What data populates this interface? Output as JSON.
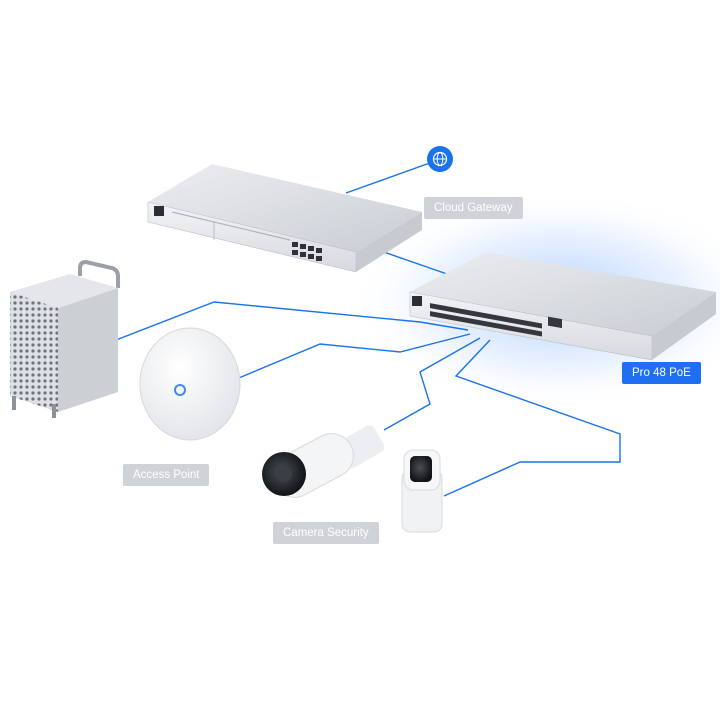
{
  "labels": {
    "cloud_gateway": "Cloud Gateway",
    "pro_switch": "Pro 48 PoE",
    "access_point": "Access Point",
    "camera_security": "Camera Security"
  },
  "icons": {
    "internet": "globe-icon"
  },
  "colors": {
    "link": "#1a73e8",
    "label_bg": "#cfd2d6",
    "label_primary_bg": "#1f6ff2",
    "glow": "#6fa8ff"
  }
}
